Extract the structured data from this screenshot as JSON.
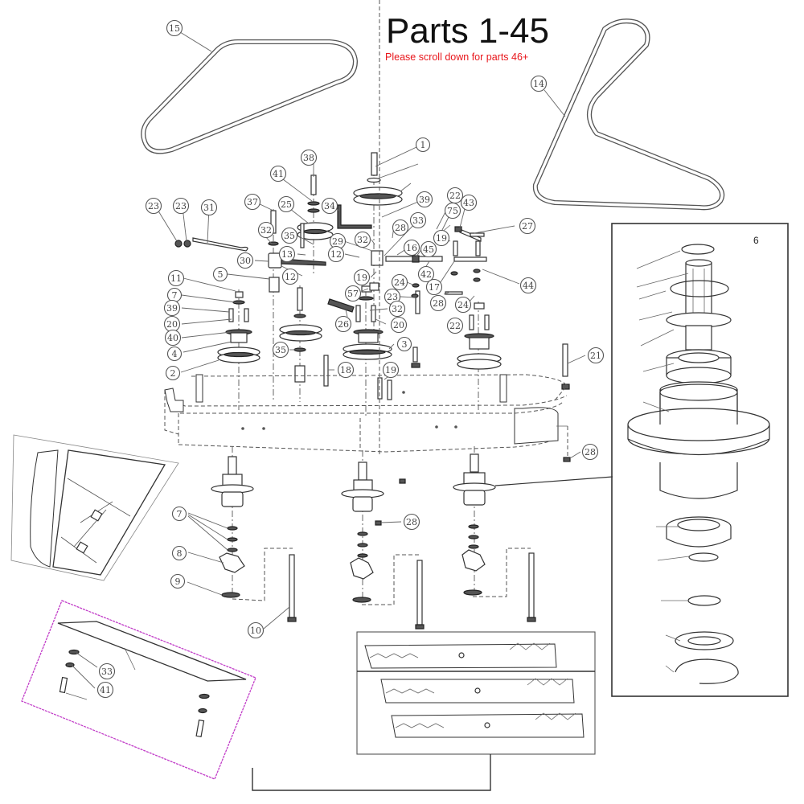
{
  "header": {
    "title": "Parts 1-45",
    "subtitle": "Please scroll down for parts 46+",
    "subtitle_color": "#e8161b"
  },
  "detail_inset": {
    "label": "6"
  },
  "callouts": [
    {
      "id": "c15",
      "label": "15"
    },
    {
      "id": "c14",
      "label": "14"
    },
    {
      "id": "c38",
      "label": "38"
    },
    {
      "id": "c41a",
      "label": "41"
    },
    {
      "id": "c1",
      "label": "1"
    },
    {
      "id": "c39a",
      "label": "39"
    },
    {
      "id": "c22a",
      "label": "22"
    },
    {
      "id": "c43",
      "label": "43"
    },
    {
      "id": "c75",
      "label": "75"
    },
    {
      "id": "c23a",
      "label": "23"
    },
    {
      "id": "c23b",
      "label": "23"
    },
    {
      "id": "c31",
      "label": "31"
    },
    {
      "id": "c37",
      "label": "37"
    },
    {
      "id": "c25",
      "label": "25"
    },
    {
      "id": "c34",
      "label": "34"
    },
    {
      "id": "c28a",
      "label": "28"
    },
    {
      "id": "c33a",
      "label": "33"
    },
    {
      "id": "c27",
      "label": "27"
    },
    {
      "id": "c32a",
      "label": "32"
    },
    {
      "id": "c35a",
      "label": "35"
    },
    {
      "id": "c29",
      "label": "29"
    },
    {
      "id": "c32b",
      "label": "32"
    },
    {
      "id": "c16",
      "label": "16"
    },
    {
      "id": "c45",
      "label": "45"
    },
    {
      "id": "c19a",
      "label": "19"
    },
    {
      "id": "c13",
      "label": "13"
    },
    {
      "id": "c12a",
      "label": "12"
    },
    {
      "id": "c30",
      "label": "30"
    },
    {
      "id": "c12b",
      "label": "12"
    },
    {
      "id": "c19b",
      "label": "19"
    },
    {
      "id": "c24a",
      "label": "24"
    },
    {
      "id": "c42",
      "label": "42"
    },
    {
      "id": "c17",
      "label": "17"
    },
    {
      "id": "c44",
      "label": "44"
    },
    {
      "id": "c5",
      "label": "5"
    },
    {
      "id": "c11",
      "label": "11"
    },
    {
      "id": "c57",
      "label": "57"
    },
    {
      "id": "c23c",
      "label": "23"
    },
    {
      "id": "c28b",
      "label": "28"
    },
    {
      "id": "c24b",
      "label": "24"
    },
    {
      "id": "c7a",
      "label": "7"
    },
    {
      "id": "c32c",
      "label": "32"
    },
    {
      "id": "c39b",
      "label": "39"
    },
    {
      "id": "c26",
      "label": "26"
    },
    {
      "id": "c20a",
      "label": "20"
    },
    {
      "id": "c22b",
      "label": "22"
    },
    {
      "id": "c20b",
      "label": "20"
    },
    {
      "id": "c40",
      "label": "40"
    },
    {
      "id": "c4",
      "label": "4"
    },
    {
      "id": "c35b",
      "label": "35"
    },
    {
      "id": "c3",
      "label": "3"
    },
    {
      "id": "c21",
      "label": "21"
    },
    {
      "id": "c2",
      "label": "2"
    },
    {
      "id": "c18",
      "label": "18"
    },
    {
      "id": "c19c",
      "label": "19"
    },
    {
      "id": "c28c",
      "label": "28"
    },
    {
      "id": "c28d",
      "label": "28"
    },
    {
      "id": "c7b",
      "label": "7"
    },
    {
      "id": "c8",
      "label": "8"
    },
    {
      "id": "c9",
      "label": "9"
    },
    {
      "id": "c10",
      "label": "10"
    },
    {
      "id": "c33b",
      "label": "33"
    },
    {
      "id": "c41b",
      "label": "41"
    }
  ]
}
